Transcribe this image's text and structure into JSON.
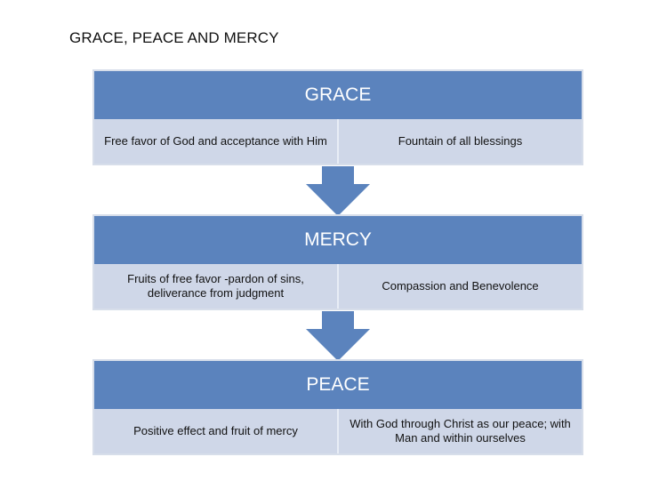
{
  "title": "GRACE, PEACE AND MERCY",
  "colors": {
    "header": "#5b83bd",
    "cell": "#cfd7e8",
    "arrow": "#5b83bd",
    "border": "#d7deea"
  },
  "blocks": [
    {
      "heading": "GRACE",
      "cells": [
        "Free favor of God and acceptance with Him",
        "Fountain of all blessings"
      ]
    },
    {
      "heading": "MERCY",
      "cells": [
        "Fruits of free favor -pardon of sins, deliverance from judgment",
        "Compassion and Benevolence"
      ]
    },
    {
      "heading": "PEACE",
      "cells": [
        "Positive effect and fruit of mercy",
        "With God through Christ as our peace; with Man and within ourselves"
      ]
    }
  ],
  "arrows": [
    {
      "icon": "down-arrow-icon",
      "from": "GRACE",
      "to": "MERCY"
    },
    {
      "icon": "down-arrow-icon",
      "from": "MERCY",
      "to": "PEACE"
    }
  ]
}
